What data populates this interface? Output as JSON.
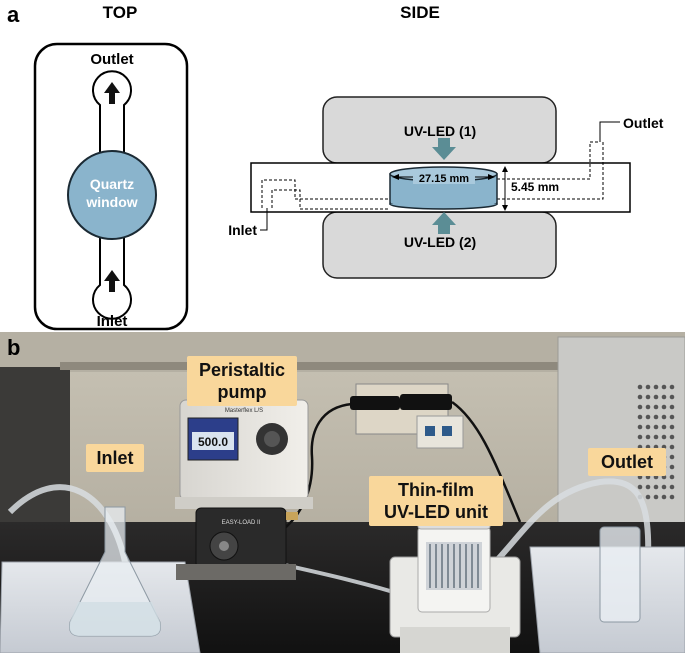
{
  "panel_a": {
    "letter": "a",
    "top_heading": "TOP",
    "side_heading": "SIDE",
    "top_view": {
      "outlet": "Outlet",
      "inlet": "Inlet",
      "window_line1": "Quartz",
      "window_line2": "window"
    },
    "side_view": {
      "led1": "UV-LED (1)",
      "led2": "UV-LED (2)",
      "outlet": "Outlet",
      "inlet": "Inlet",
      "diameter": "27.15 mm",
      "thickness": "5.45 mm"
    }
  },
  "panel_b": {
    "letter": "b",
    "labels": {
      "pump_line1": "Peristaltic",
      "pump_line2": "pump",
      "inlet": "Inlet",
      "outlet": "Outlet",
      "unit_line1": "Thin-film",
      "unit_line2": "UV-LED unit"
    },
    "pump_display": "500.0",
    "pump_head_brand": "EASY-LOAD II",
    "pump_brand": "Masterflex L/S"
  },
  "colors": {
    "led_box": "#d9d9d9",
    "quartz": "#8ab4cc",
    "quartz_top": "#a9c9dc",
    "arrow": "#5b8d95",
    "label_bg": "#f9d79b"
  }
}
